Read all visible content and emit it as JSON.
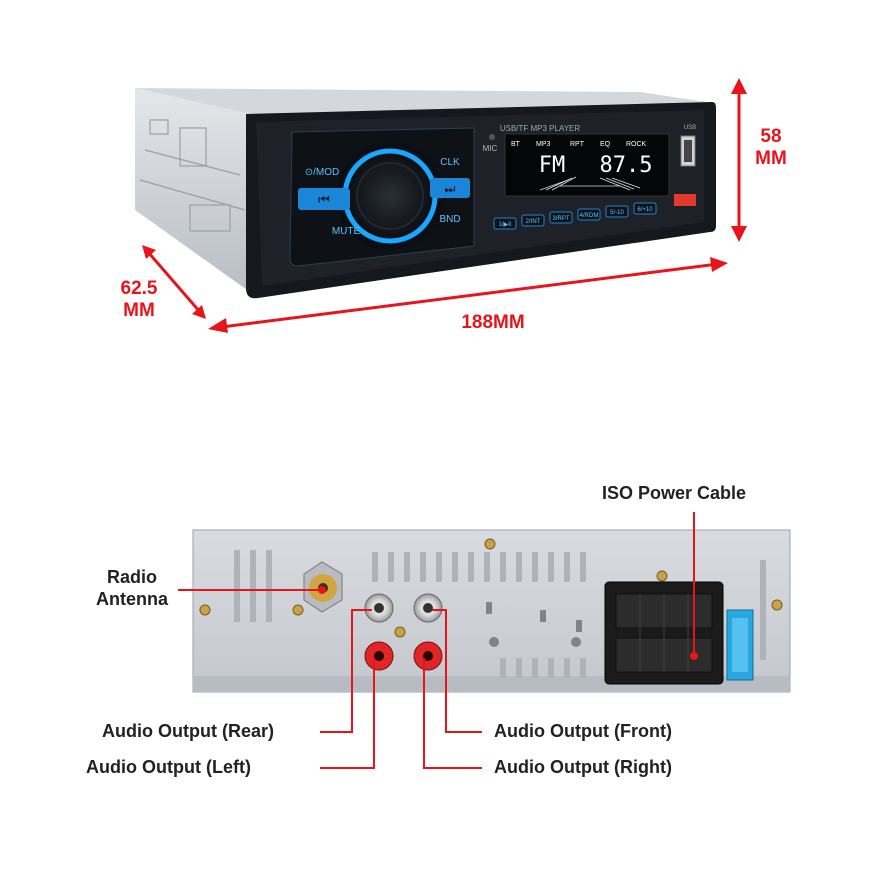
{
  "dimensions": {
    "width": "188MM",
    "depth_line1": "62.5",
    "depth_line2": "MM",
    "height_line1": "58",
    "height_line2": "MM"
  },
  "front_panel": {
    "mic": "MIC",
    "header": "USB/TF MP3 PLAYER",
    "mode": "⊙/MOD",
    "clk": "CLK",
    "mute": "MUTE",
    "bnd": "BND",
    "display_flags": [
      "BT",
      "MP3",
      "RPT",
      "EQ",
      "ROCK"
    ],
    "display_band": "FM",
    "display_freq": "87.5",
    "presets": [
      "1/▶II",
      "2/INT",
      "3/RPT",
      "4/RDM",
      "5/-10",
      "6/+10"
    ],
    "usb": "USB"
  },
  "rear_labels": {
    "iso": "ISO Power Cable",
    "antenna_line1": "Radio",
    "antenna_line2": "Antenna",
    "rear": "Audio Output (Rear)",
    "left": "Audio Output (Left)",
    "front": "Audio Output (Front)",
    "right": "Audio Output (Right)"
  },
  "colors": {
    "accent_red": "#e8141b",
    "backlight_blue": "#19a8ff"
  }
}
